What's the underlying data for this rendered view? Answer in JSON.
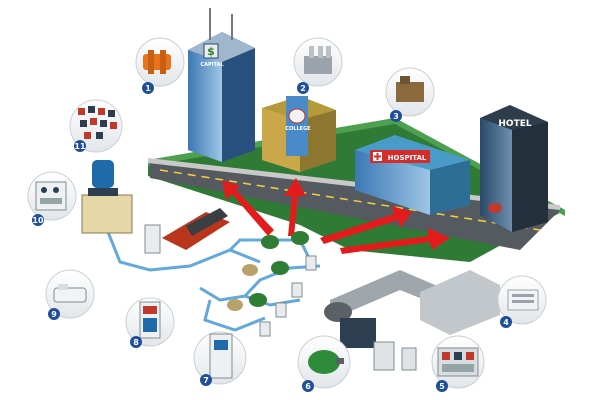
{
  "image": {
    "description_tags": [
      "city-block",
      "pump-system",
      "equipment-callouts"
    ]
  },
  "buildings": {
    "bank_sign": "CAPITAL",
    "bank_symbol": "$",
    "college_sign": "COLLEGE",
    "hospital_sign": "HOSPITAL",
    "hotel_sign": "HOTEL"
  },
  "callouts": [
    {
      "number": "1",
      "icon": "fan-assembly-icon"
    },
    {
      "number": "2",
      "icon": "transformer-icon"
    },
    {
      "number": "3",
      "icon": "cabinet-unit-icon"
    },
    {
      "number": "4",
      "icon": "server-rack-icon"
    },
    {
      "number": "5",
      "icon": "control-panel-icon"
    },
    {
      "number": "6",
      "icon": "green-motor-icon"
    },
    {
      "number": "7",
      "icon": "drive-cabinet-icon"
    },
    {
      "number": "8",
      "icon": "vfd-drive-icon"
    },
    {
      "number": "9",
      "icon": "soft-starter-icon"
    },
    {
      "number": "10",
      "icon": "switchboard-icon"
    },
    {
      "number": "11",
      "icon": "contactors-icon"
    }
  ],
  "colors": {
    "callout_badge": "#1f4e9a",
    "arrow": "#e41b1b",
    "pipe": "#62a8da",
    "road": "#555a60",
    "grass": "#3b8f3c"
  }
}
